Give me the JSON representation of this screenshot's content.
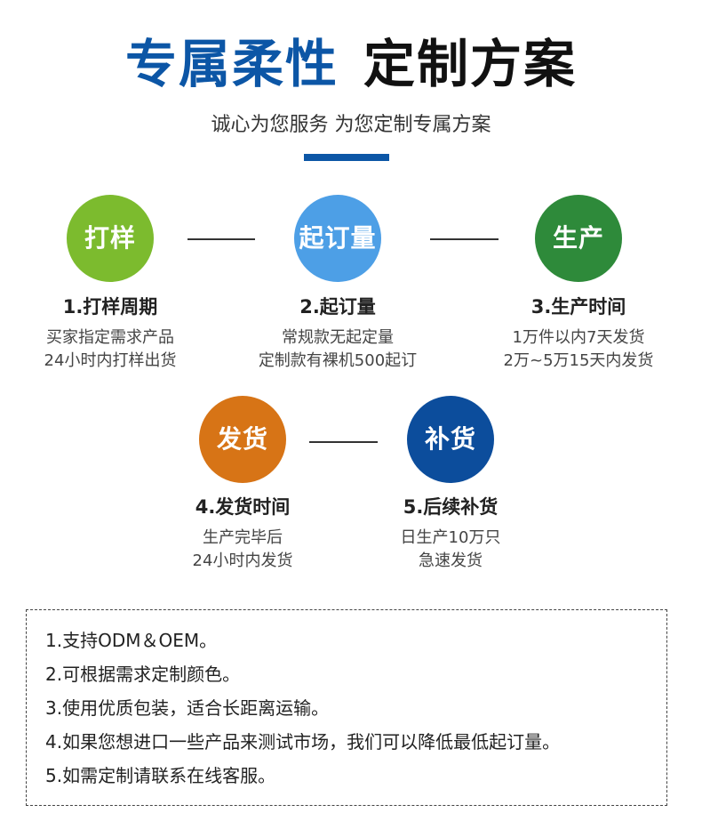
{
  "header": {
    "title_part1": "专属柔性",
    "title_part2": "定制方案",
    "subtitle": "诚心为您服务 为您定制专属方案"
  },
  "steps": [
    {
      "circle_label": "打样",
      "title": "1.打样周期",
      "lines": [
        "买家指定需求产品",
        "24小时内打样出货"
      ]
    },
    {
      "circle_label": "起订量",
      "title": "2.起订量",
      "lines": [
        "常规款无起定量",
        "定制款有裸机500起订"
      ]
    },
    {
      "circle_label": "生产",
      "title": "3.生产时间",
      "lines": [
        "1万件以内7天发货",
        "2万~5万15天内发货"
      ]
    },
    {
      "circle_label": "发货",
      "title": "4.发货时间",
      "lines": [
        "生产完毕后",
        "24小时内发货"
      ]
    },
    {
      "circle_label": "补货",
      "title": "5.后续补货",
      "lines": [
        "日生产10万只",
        "急速发货"
      ]
    }
  ],
  "notes": [
    "1.支持ODM＆OEM。",
    "2.可根据需求定制颜色。",
    "3.使用优质包装，适合长距离运输。",
    "4.如果您想进口一些产品来测试市场，我们可以降低最低起订量。",
    "5.如需定制请联系在线客服。"
  ],
  "colors": {
    "accent_blue": "#0c56a6",
    "step1": "#7cbb2e",
    "step2": "#4d9fe6",
    "step3": "#2e8a3a",
    "step4": "#d77416",
    "step5": "#0c4d9c"
  }
}
